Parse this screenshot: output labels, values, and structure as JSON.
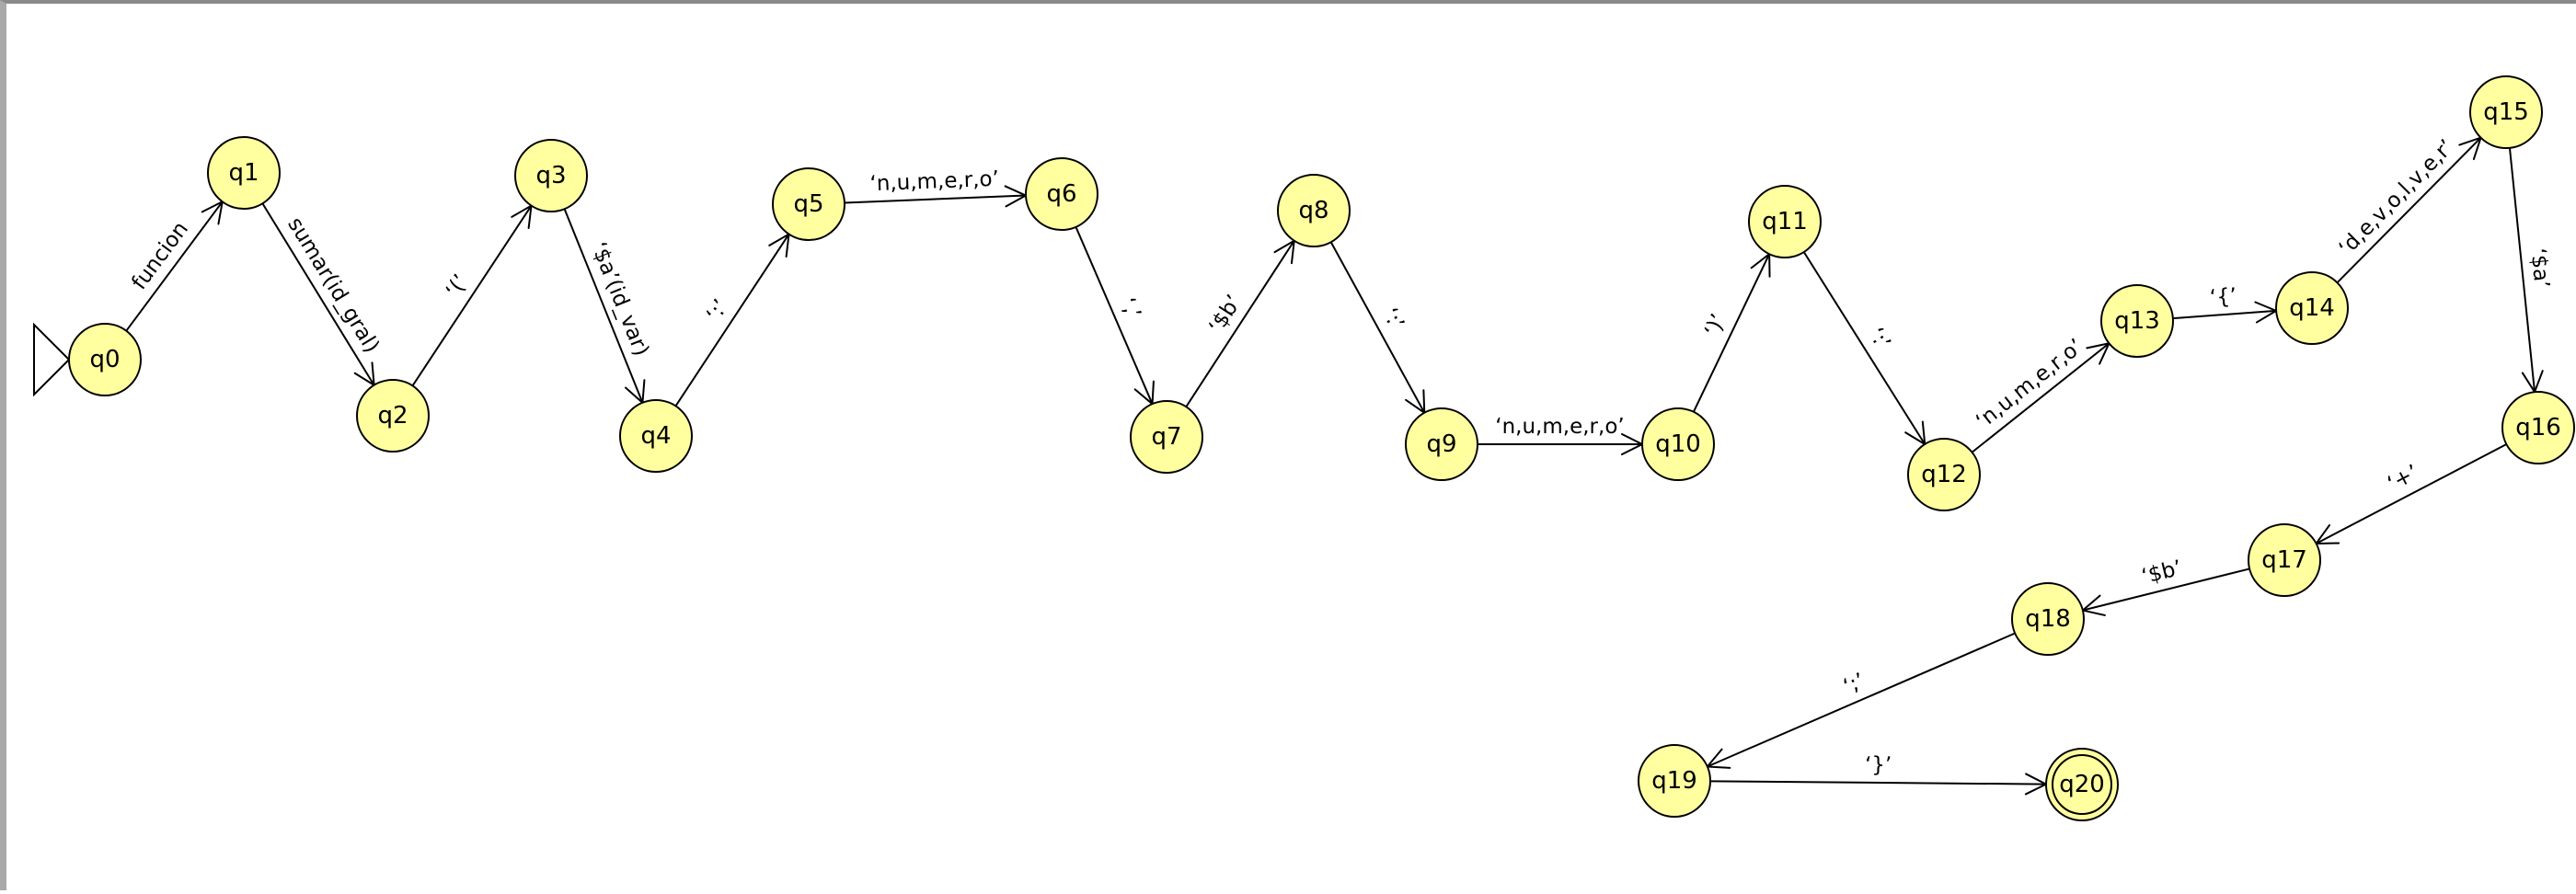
{
  "automaton": {
    "start_state": "q0",
    "accept_states": [
      "q20"
    ],
    "colors": {
      "state_fill": "#ffffa0",
      "stroke": "#000000",
      "frame": "#a9a9a9"
    },
    "states": [
      "q0",
      "q1",
      "q2",
      "q3",
      "q4",
      "q5",
      "q6",
      "q7",
      "q8",
      "q9",
      "q10",
      "q11",
      "q12",
      "q13",
      "q14",
      "q15",
      "q16",
      "q17",
      "q18",
      "q19",
      "q20"
    ],
    "transitions": [
      {
        "from": "q0",
        "to": "q1",
        "label": "funcion"
      },
      {
        "from": "q1",
        "to": "q2",
        "label": "sumar(id_gral)"
      },
      {
        "from": "q2",
        "to": "q3",
        "label": "‘(’"
      },
      {
        "from": "q3",
        "to": "q4",
        "label": "‘$a’(id_var)"
      },
      {
        "from": "q4",
        "to": "q5",
        "label": "‘:’"
      },
      {
        "from": "q5",
        "to": "q6",
        "label": "‘n,u,m,e,r,o’"
      },
      {
        "from": "q6",
        "to": "q7",
        "label": "‘,’"
      },
      {
        "from": "q7",
        "to": "q8",
        "label": "‘$b’"
      },
      {
        "from": "q8",
        "to": "q9",
        "label": "‘:’"
      },
      {
        "from": "q9",
        "to": "q10",
        "label": "‘n,u,m,e,r,o’"
      },
      {
        "from": "q10",
        "to": "q11",
        "label": "‘)’"
      },
      {
        "from": "q11",
        "to": "q12",
        "label": "‘:’"
      },
      {
        "from": "q12",
        "to": "q13",
        "label": "‘n,u,m,e,r,o’"
      },
      {
        "from": "q13",
        "to": "q14",
        "label": "‘{’"
      },
      {
        "from": "q14",
        "to": "q15",
        "label": "‘d,e,v,o,l,v,e,r’"
      },
      {
        "from": "q15",
        "to": "q16",
        "label": "‘$a’"
      },
      {
        "from": "q16",
        "to": "q17",
        "label": "‘+’"
      },
      {
        "from": "q17",
        "to": "q18",
        "label": "‘$b’"
      },
      {
        "from": "q18",
        "to": "q19",
        "label": "‘;’"
      },
      {
        "from": "q19",
        "to": "q20",
        "label": "‘}’"
      }
    ]
  }
}
